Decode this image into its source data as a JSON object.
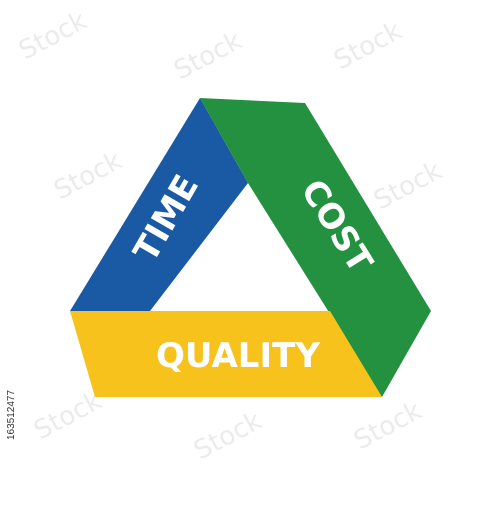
{
  "diagram": {
    "bands": [
      {
        "id": "time",
        "label": "TIME",
        "color": "#1a5aa5"
      },
      {
        "id": "cost",
        "label": "COST",
        "color": "#23913f"
      },
      {
        "id": "quality",
        "label": "QUALITY",
        "color": "#f7c21c"
      }
    ],
    "background": "#ffffff"
  },
  "watermark": {
    "text": "Stock"
  },
  "stock_id": "163512477"
}
